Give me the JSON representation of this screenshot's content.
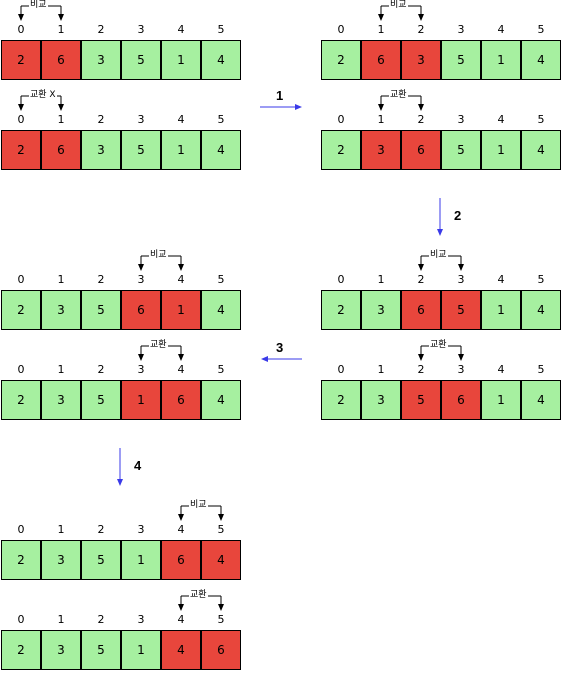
{
  "colors": {
    "normal": "#a6f0a0",
    "highlight": "#e8463c",
    "step_arrow": "#3a3ae8"
  },
  "panels": [
    {
      "indices": [
        "0",
        "1",
        "2",
        "3",
        "4",
        "5"
      ],
      "rows": [
        {
          "label": "비교",
          "pair": [
            0,
            1
          ],
          "values": [
            "2",
            "6",
            "3",
            "5",
            "1",
            "4"
          ]
        },
        {
          "label": "교환 X",
          "pair": [
            0,
            1
          ],
          "values": [
            "2",
            "6",
            "3",
            "5",
            "1",
            "4"
          ]
        }
      ]
    },
    {
      "indices": [
        "0",
        "1",
        "2",
        "3",
        "4",
        "5"
      ],
      "rows": [
        {
          "label": "비교",
          "pair": [
            1,
            2
          ],
          "values": [
            "2",
            "6",
            "3",
            "5",
            "1",
            "4"
          ]
        },
        {
          "label": "교환",
          "pair": [
            1,
            2
          ],
          "values": [
            "2",
            "3",
            "6",
            "5",
            "1",
            "4"
          ]
        }
      ]
    },
    {
      "indices": [
        "0",
        "1",
        "2",
        "3",
        "4",
        "5"
      ],
      "rows": [
        {
          "label": "비교",
          "pair": [
            2,
            3
          ],
          "values": [
            "2",
            "3",
            "6",
            "5",
            "1",
            "4"
          ]
        },
        {
          "label": "교환",
          "pair": [
            2,
            3
          ],
          "values": [
            "2",
            "3",
            "5",
            "6",
            "1",
            "4"
          ]
        }
      ]
    },
    {
      "indices": [
        "0",
        "1",
        "2",
        "3",
        "4",
        "5"
      ],
      "rows": [
        {
          "label": "비교",
          "pair": [
            3,
            4
          ],
          "values": [
            "2",
            "3",
            "5",
            "6",
            "1",
            "4"
          ]
        },
        {
          "label": "교환",
          "pair": [
            3,
            4
          ],
          "values": [
            "2",
            "3",
            "5",
            "1",
            "6",
            "4"
          ]
        }
      ]
    },
    {
      "indices": [
        "0",
        "1",
        "2",
        "3",
        "4",
        "5"
      ],
      "rows": [
        {
          "label": "비교",
          "pair": [
            4,
            5
          ],
          "values": [
            "2",
            "3",
            "5",
            "1",
            "6",
            "4"
          ]
        },
        {
          "label": "교환",
          "pair": [
            4,
            5
          ],
          "values": [
            "2",
            "3",
            "5",
            "1",
            "4",
            "6"
          ]
        }
      ]
    }
  ],
  "steps": [
    {
      "number": "1",
      "direction": "right"
    },
    {
      "number": "2",
      "direction": "down"
    },
    {
      "number": "3",
      "direction": "left"
    },
    {
      "number": "4",
      "direction": "down"
    }
  ]
}
